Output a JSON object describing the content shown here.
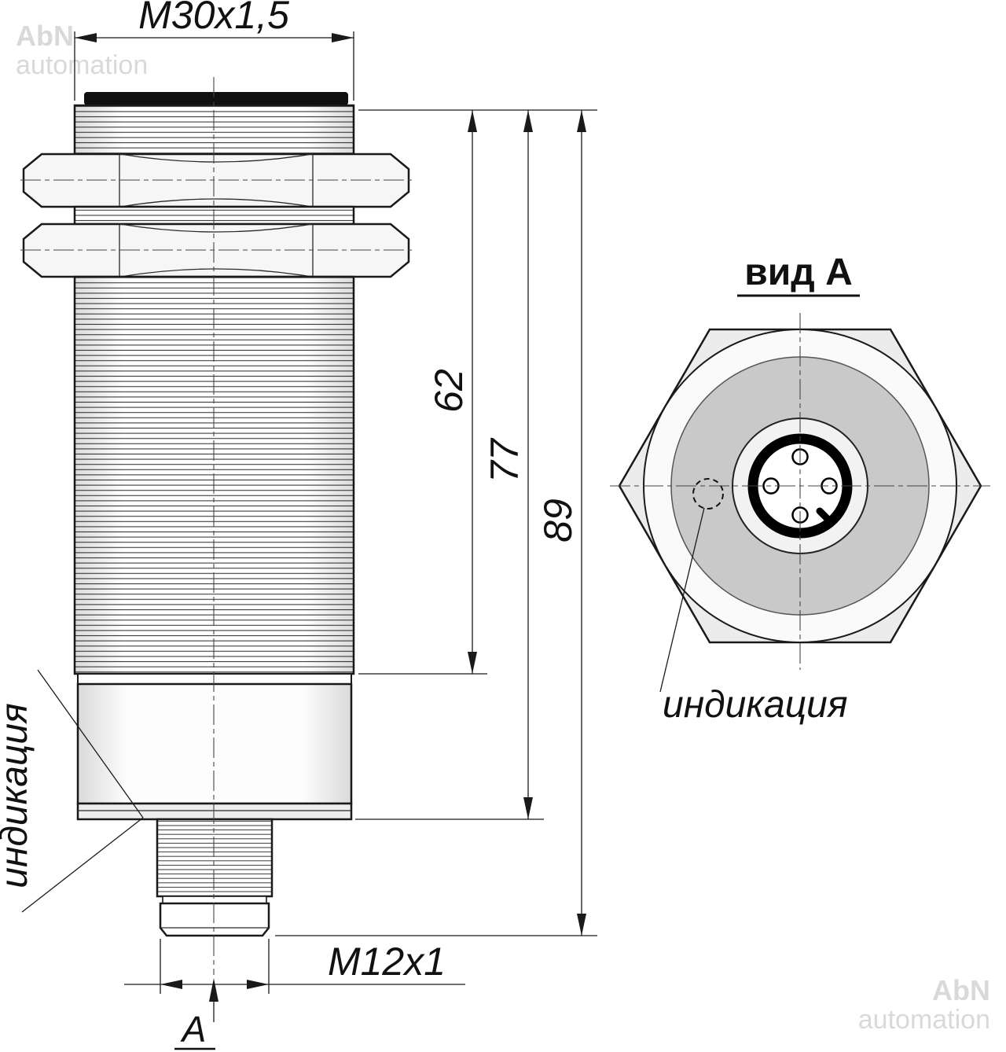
{
  "watermark": {
    "line1": "AbN",
    "line2": "automation"
  },
  "colors": {
    "watermark": "#d9d9d9",
    "line": "#1a1a1a",
    "hex_fill": "#ececec",
    "disk_fill": "#c9c9c9"
  },
  "side_view": {
    "dim_thread_top": "M30x1,5",
    "dim_62": "62",
    "dim_77": "77",
    "dim_89": "89",
    "dim_thread_bottom": "M12x1",
    "section_label": "А",
    "indication_label": "индикация"
  },
  "end_view": {
    "title": "вид А",
    "indication_label": "индикация"
  }
}
